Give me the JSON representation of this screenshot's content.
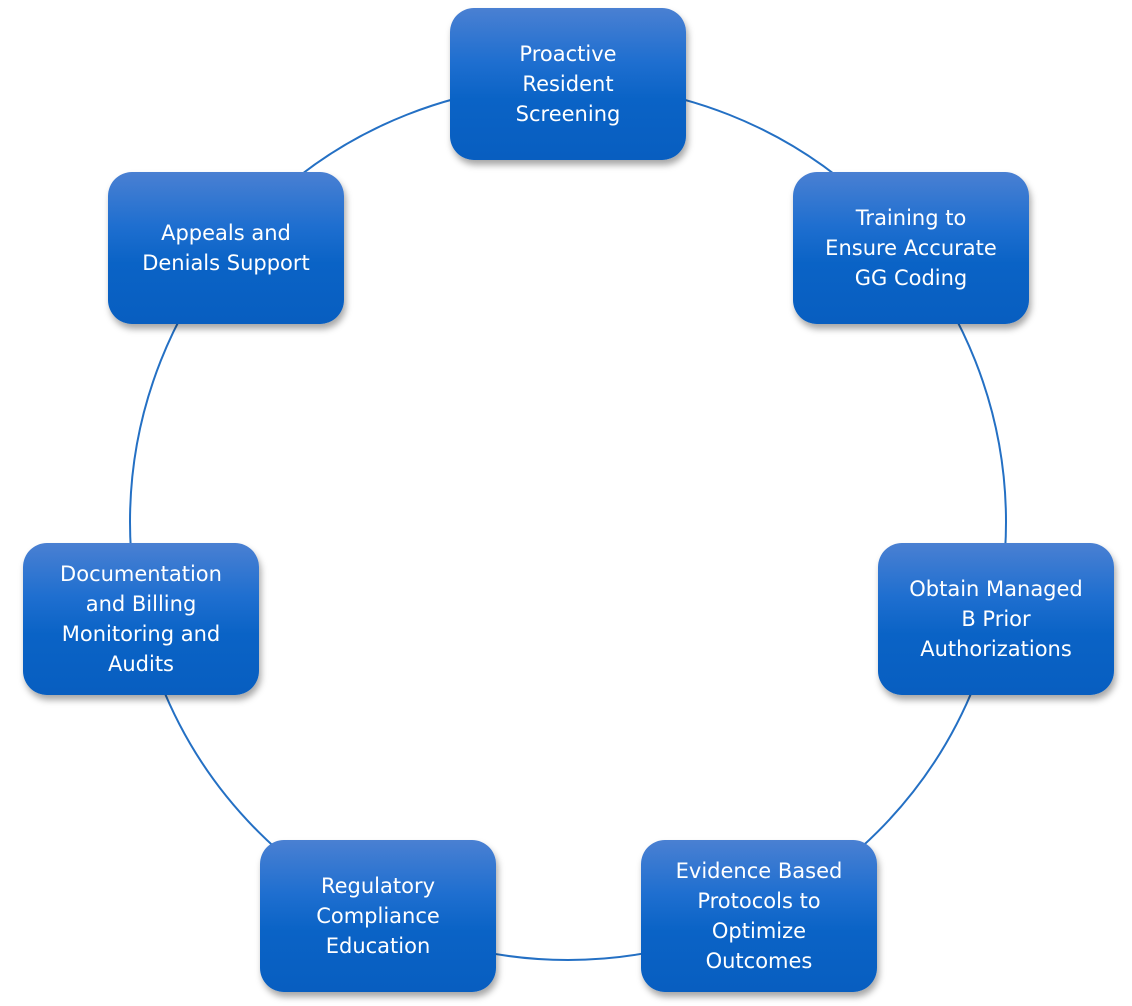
{
  "diagram": {
    "type": "cycle",
    "connector_color": "#2470c4",
    "node_color": "#0a63c6",
    "nodes": [
      {
        "label": "Proactive\nResident\nScreening"
      },
      {
        "label": "Training to\nEnsure Accurate\nGG Coding"
      },
      {
        "label": "Obtain Managed\nB Prior\nAuthorizations"
      },
      {
        "label": "Evidence Based\nProtocols to\nOptimize\nOutcomes"
      },
      {
        "label": "Regulatory\nCompliance\nEducation"
      },
      {
        "label": "Documentation\nand Billing\nMonitoring and\nAudits"
      },
      {
        "label": "Appeals and\nDenials Support"
      }
    ]
  }
}
